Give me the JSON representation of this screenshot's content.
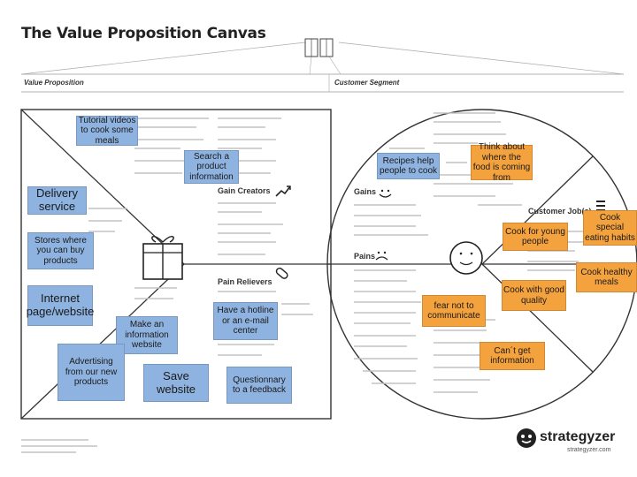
{
  "title": "The Value Proposition Canvas",
  "sections": {
    "value_proposition": "Value Proposition",
    "customer_segment": "Customer Segment"
  },
  "headers": {
    "gain_creators": "Gain Creators",
    "pain_relievers": "Pain Relievers",
    "gains": "Gains",
    "pains": "Pains",
    "customer_jobs": "Customer Job(s)"
  },
  "stickies": {
    "tutorial_videos": "Tutorial videos to cook some meals",
    "search_product": "Search a product information",
    "delivery_service": "Delivery service",
    "stores": "Stores where you can buy products",
    "internet_page": "Internet page/website",
    "make_information": "Make an information website",
    "advertising": "Advertising from our new products",
    "save_website": "Save website",
    "have_hotline": "Have a hotline or an e-mail center",
    "questionnary": "Questionnary to a feedback",
    "recipes_help": "Recipes help people to cook",
    "think_about": "Think about where the food is coming from",
    "cook_for_young": "Cook for young people",
    "cook_special": "Cook special eating habits",
    "cook_healthy": "Cook healthy meals",
    "cook_quality": "Cook with good quality",
    "fear_communicate": "fear not to communicate",
    "cant_get_info": "Can´t get information"
  },
  "brand": {
    "name": "strategyzer",
    "url": "strategyzer.com"
  },
  "colors": {
    "blue_note": "#8fb3e0",
    "orange_note": "#f4a23e",
    "outline": "#333333"
  },
  "icons": [
    "gift-icon",
    "smiley-icon",
    "frown-icon",
    "face-icon",
    "trend-up-icon",
    "pill-icon",
    "list-icon",
    "strategyzer-logo-icon"
  ]
}
